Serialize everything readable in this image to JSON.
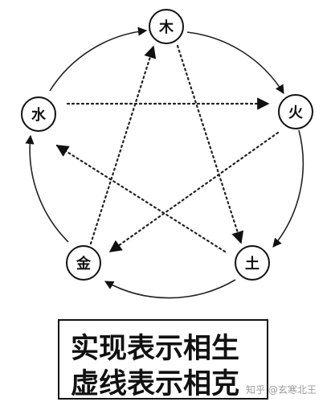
{
  "nodes": {
    "wood": "木",
    "fire": "火",
    "earth": "土",
    "metal": "金",
    "water": "水"
  },
  "legend": {
    "line1": "实现表示相生",
    "line2": "虚线表示相克"
  },
  "watermark": "知乎 @玄寒北王"
}
